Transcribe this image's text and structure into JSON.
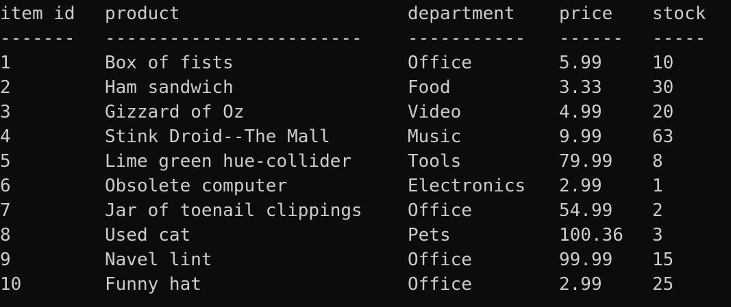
{
  "terminal": {
    "colors": {
      "background": "#0c0c0c",
      "foreground": "#cccccc"
    },
    "header": [
      "item id",
      "product",
      "department",
      "price",
      "stock"
    ],
    "separator": [
      "-------",
      "------------------------",
      "-----------",
      "------",
      "-----"
    ],
    "rows": [
      [
        "1",
        "Box of fists",
        "Office",
        "5.99",
        "10"
      ],
      [
        "2",
        "Ham sandwich",
        "Food",
        "3.33",
        "30"
      ],
      [
        "3",
        "Gizzard of Oz",
        "Video",
        "4.99",
        "20"
      ],
      [
        "4",
        "Stink Droid--The Mall",
        "Music",
        "9.99",
        "63"
      ],
      [
        "5",
        "Lime green hue-collider",
        "Tools",
        "79.99",
        "8"
      ],
      [
        "6",
        "Obsolete computer",
        "Electronics",
        "2.99",
        "1"
      ],
      [
        "7",
        "Jar of toenail clippings",
        "Office",
        "54.99",
        "2"
      ],
      [
        "8",
        "Used cat",
        "Pets",
        "100.36",
        "3"
      ],
      [
        "9",
        "Navel lint",
        "Office",
        "99.99",
        "15"
      ],
      [
        "10",
        "Funny hat",
        "Office",
        "2.99",
        "25"
      ]
    ]
  }
}
